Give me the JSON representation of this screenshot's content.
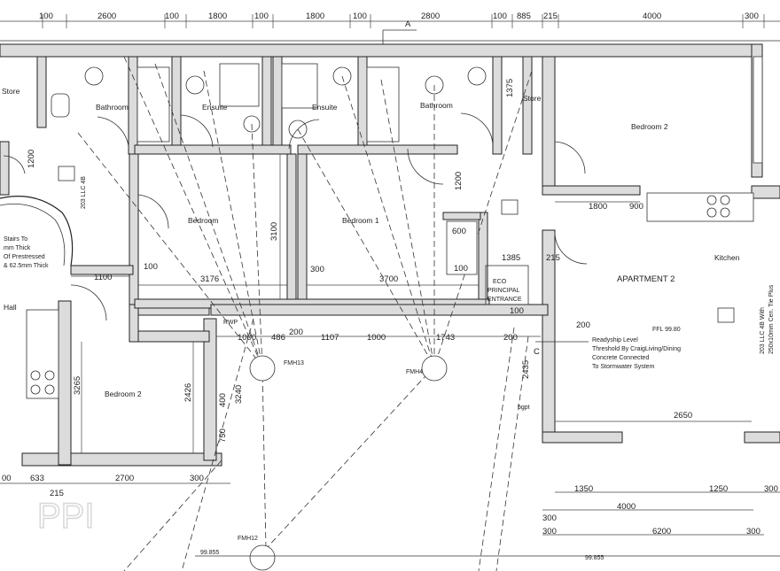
{
  "top_dimensions": [
    "100",
    "2600",
    "100",
    "1800",
    "100",
    "1800",
    "100",
    "2800",
    "100",
    "885",
    "215",
    "4000",
    "300"
  ],
  "section_marker": "A",
  "rooms": {
    "bathroom_left": "Bathroom",
    "ensuite_left": "Ensuite",
    "ensuite_right": "Ensuite",
    "bathroom_right": "Bathroom",
    "store": "Store",
    "bedroom2_right": "Bedroom 2",
    "bedroom_mid": "Bedroom",
    "bedroom1": "Bedroom 1",
    "apartment2": "APARTMENT 2",
    "kitchen": "Kitchen",
    "bedroom2_left": "Bedroom 2",
    "store_partial": "Store",
    "hall_partial": "Hall"
  },
  "interior_dimensions": {
    "d1800": "1800",
    "d900": "900",
    "d1200a": "1200",
    "d1200b": "1200",
    "d600": "600",
    "d100a": "100",
    "d1100": "1100",
    "d100b": "100",
    "d3176": "3176",
    "d3100": "3100",
    "d300a": "300",
    "d3700": "3700",
    "d100c": "100",
    "d1385": "1385",
    "d215": "215",
    "d1375": "1375",
    "d200a": "200",
    "d1000a": "1000",
    "d486": "486",
    "d200b": "200",
    "d1107": "1107",
    "d1000b": "1000",
    "d1743": "1743",
    "d200c": "200",
    "d3265": "3265",
    "d2426": "2426",
    "d400": "400",
    "d3240": "3240",
    "d750": "750",
    "d2650": "2650",
    "d2435": "2435"
  },
  "notes": {
    "stairs": [
      "Stairs To",
      "mm Thick",
      "Of Prestressed",
      "& 62.5mm Thick"
    ],
    "principal_entrance": [
      "ECO",
      "PRINCIPAL",
      "ENTRANCE"
    ],
    "ffl": "FFL 99.80",
    "threshold": [
      "Readyship Level",
      "Threshold By CraigLiving/Dining",
      "Concrete Connected",
      "To Stormwater System"
    ],
    "wall_note": [
      "203 LLC 4B With",
      "250x10mm Cen. Tie Plus"
    ],
    "wall_note_left": "203 LLC 4B",
    "fmh_left": "FMH13",
    "fmh_right": "FMH4",
    "fmh_bottom": "FMH12",
    "rwp": "RWP",
    "bgpt": "bgpt",
    "grid_c": "C",
    "level_bottom_left": "99.855",
    "level_bottom_right": "99.855"
  },
  "bottom_dimensions": {
    "row1": [
      "633",
      "215",
      "2700",
      "300"
    ],
    "row1_left": "00",
    "right_row1": [
      "1350",
      "1250",
      "300"
    ],
    "right_row2": [
      "300",
      "4000"
    ],
    "right_row3": [
      "300",
      "6200",
      "300"
    ]
  },
  "watermark": "PPI",
  "colors": {
    "line": "#222222",
    "background": "#ffffff",
    "watermark": "#d8d8d8"
  }
}
